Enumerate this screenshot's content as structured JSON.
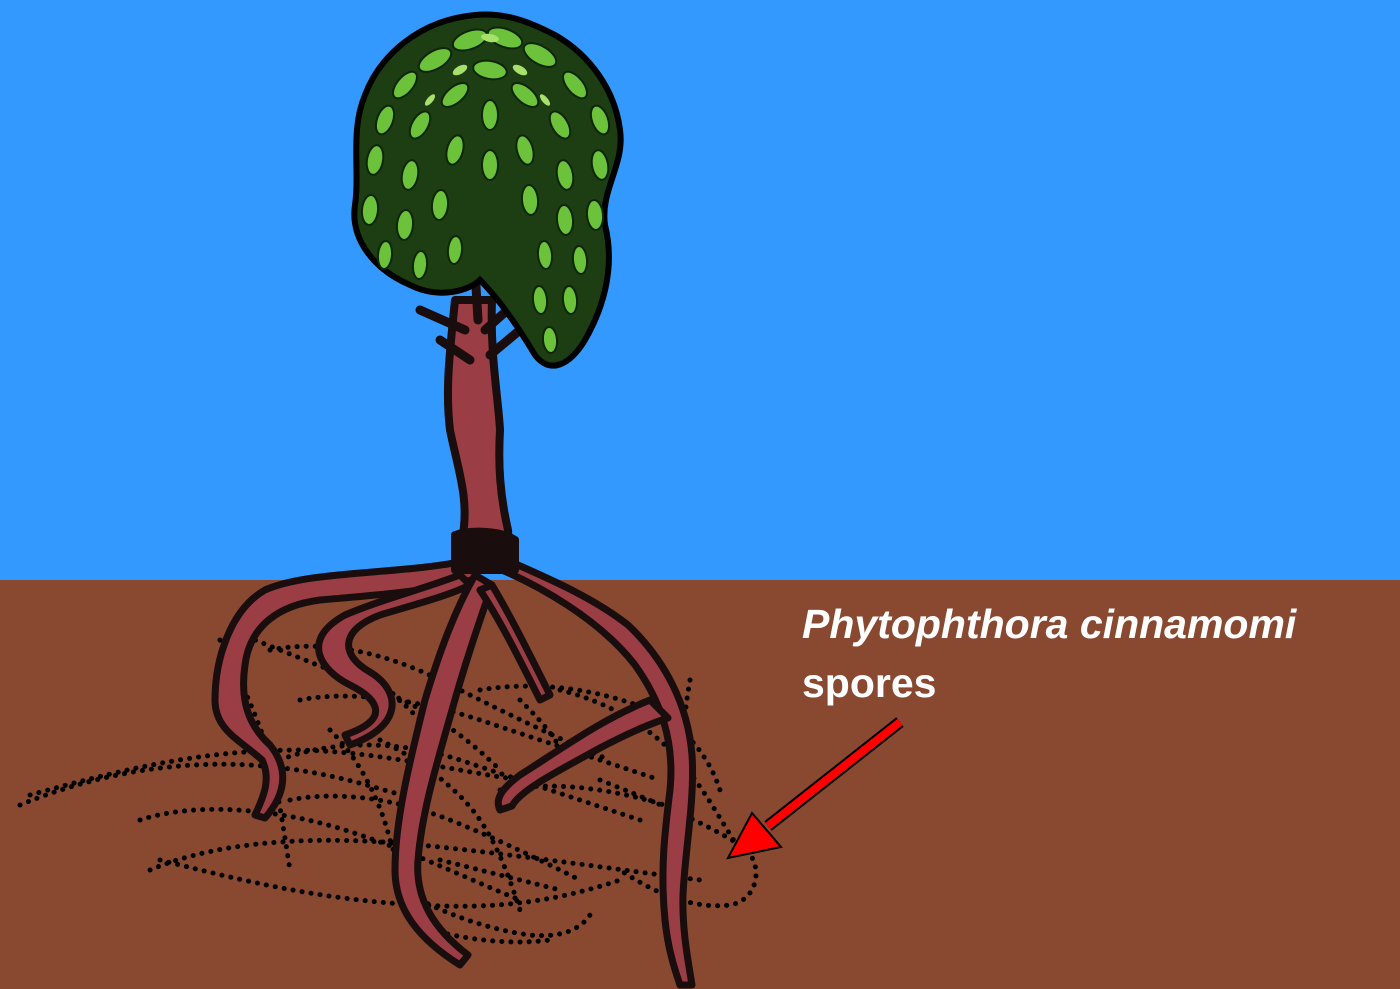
{
  "colors": {
    "sky": "#3399ff",
    "soil": "#884930",
    "root": "#9b3d44",
    "trunk_dark": "#1a0d0d",
    "leaf": "#6cc23b",
    "leaf_light": "#a7e06b",
    "spore": "#000000",
    "arrow": "#ff0000",
    "label": "#ffffff"
  },
  "labels": {
    "species": "Phytophthora cinnamomi",
    "spores": "spores"
  },
  "icons": {
    "tree": "tree-illustration",
    "arrow": "red-arrow-icon"
  }
}
